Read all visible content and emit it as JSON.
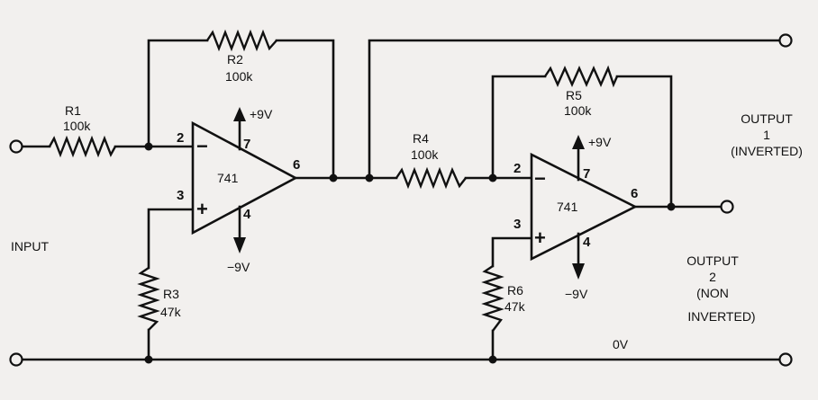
{
  "resistors": {
    "r1": {
      "name": "R1",
      "value": "100k"
    },
    "r2": {
      "name": "R2",
      "value": "100k"
    },
    "r3": {
      "name": "R3",
      "value": "47k"
    },
    "r4": {
      "name": "R4",
      "value": "100k"
    },
    "r5": {
      "name": "R5",
      "value": "100k"
    },
    "r6": {
      "name": "R6",
      "value": "47k"
    }
  },
  "amplifiers": {
    "u1": {
      "model": "741",
      "pin_inverting": "2",
      "pin_noninverting": "3",
      "pin_output": "6",
      "pin_vpos": "7",
      "pin_vneg": "4",
      "sign_inverting": "−",
      "sign_noninverting": "+",
      "supply_pos": "+9V",
      "supply_neg": "−9V"
    },
    "u2": {
      "model": "741",
      "pin_inverting": "2",
      "pin_noninverting": "3",
      "pin_output": "6",
      "pin_vpos": "7",
      "pin_vneg": "4",
      "sign_inverting": "−",
      "sign_noninverting": "+",
      "supply_pos": "+9V",
      "supply_neg": "−9V"
    }
  },
  "terminals": {
    "input": "INPUT",
    "output1": {
      "line1": "OUTPUT",
      "line2": "1",
      "line3": "(INVERTED)"
    },
    "output2": {
      "line1": "OUTPUT",
      "line2": "2",
      "line3": "(NON",
      "line4": "INVERTED)"
    },
    "ground": "0V"
  },
  "colors": {
    "ink": "#111111",
    "paper": "#f2f0ee"
  }
}
